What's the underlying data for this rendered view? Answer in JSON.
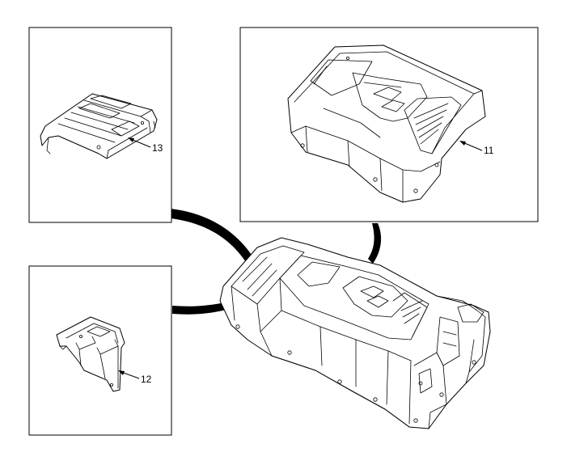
{
  "diagram": {
    "callouts": {
      "part_11": "11",
      "part_12": "12",
      "part_13": "13"
    },
    "colors": {
      "line": "#000000",
      "background": "#ffffff"
    }
  }
}
